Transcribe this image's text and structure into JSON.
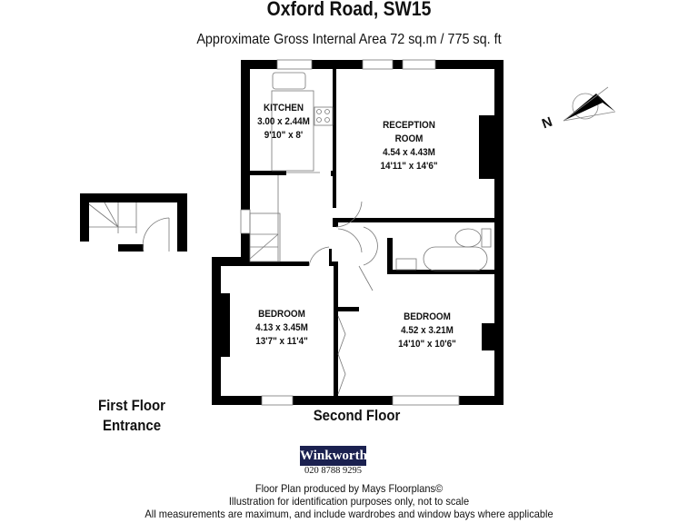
{
  "header": {
    "title": "Oxford Road, SW15",
    "subtitle": "Approximate Gross Internal Area 72 sq.m  /  775 sq. ft"
  },
  "rooms": {
    "kitchen": {
      "name": "KITCHEN",
      "metric": "3.00 x 2.44M",
      "imperial": "9'10\" x 8'"
    },
    "reception": {
      "name1": "RECEPTION",
      "name2": "ROOM",
      "metric": "4.54 x 4.43M",
      "imperial": "14'11\" x 14'6\""
    },
    "bedroom1": {
      "name": "BEDROOM",
      "metric": "4.13 x 3.45M",
      "imperial": "13'7\" x 11'4\""
    },
    "bedroom2": {
      "name": "BEDROOM",
      "metric": "4.52 x 3.21M",
      "imperial": "14'10\" x 10'6\""
    }
  },
  "floors": {
    "first": {
      "line1": "First Floor",
      "line2": "Entrance"
    },
    "second": "Second Floor"
  },
  "compass": {
    "label": "N",
    "icon": "north-arrow-icon"
  },
  "agent": {
    "name": "Winkworth",
    "phone": "020 8788 9295",
    "brand_color": "#1b2150"
  },
  "footer": {
    "line1": "Floor Plan produced by Mays Floorplans©",
    "line2": "Illustration for identification purposes only, not to scale",
    "line3": "All measurements are maximum, and include wardrobes and window bays where applicable"
  }
}
